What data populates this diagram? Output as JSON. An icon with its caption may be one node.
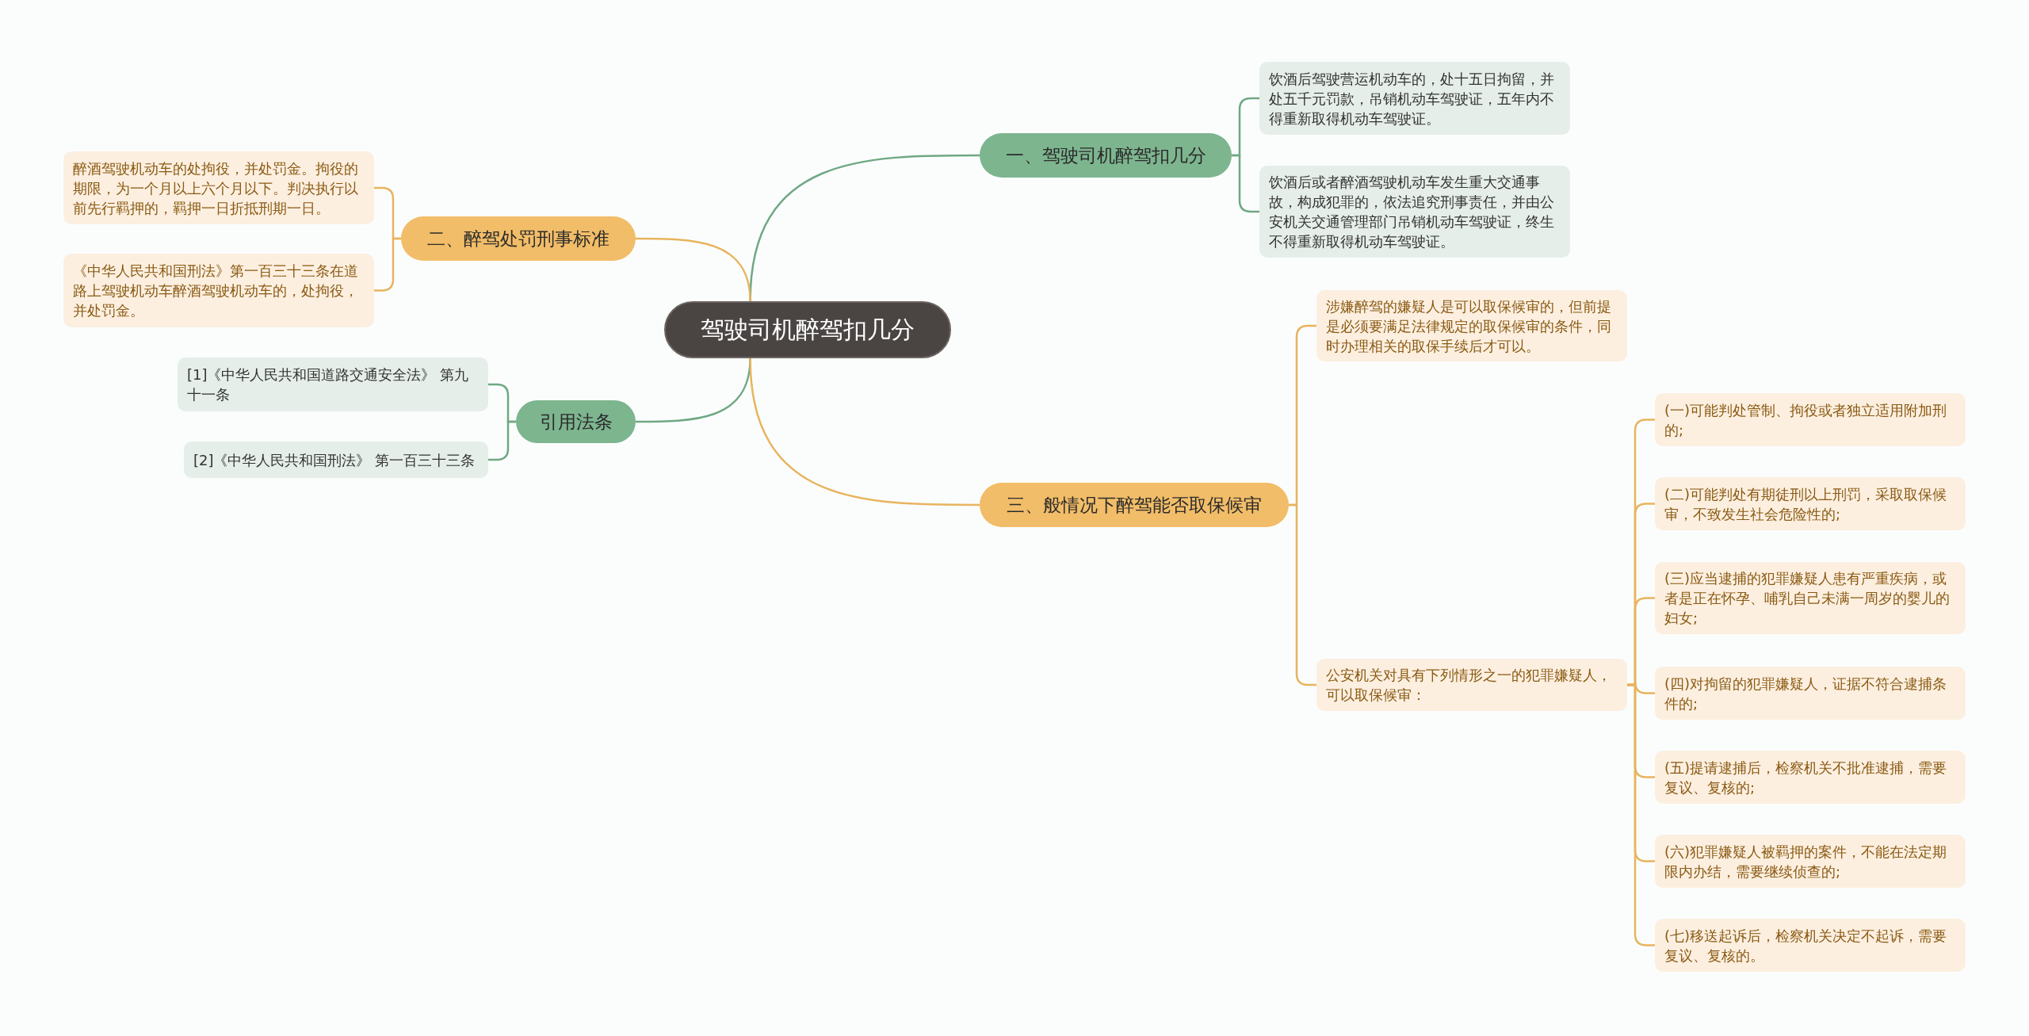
{
  "diagram": {
    "nodes": [
      {
        "text": [
          "驾驶司机醉驾扣几分"
        ]
      },
      {
        "text": [
          "一、驾驶司机醉驾扣几分"
        ]
      },
      {
        "text": [
          "饮酒后驾驶营运机动车的，处十五日拘留，并处五千元罚款，吊销机动车驾驶证，五年内不得重新取得机动车驾驶证。"
        ]
      },
      {
        "text": [
          "饮酒后或者醉酒驾驶机动车发生重大交通事故，构成犯罪的，依法追究刑事责任，并由公安机关交通管理部门吊销机动车驾驶证，终生不得重新取得机动车驾驶证。"
        ]
      },
      {
        "text": [
          "二、醉驾处罚刑事标准"
        ]
      },
      {
        "text": [
          "醉酒驾驶机动车的处拘役，并处罚金。拘役的期限，为一个月以上六个月以下。判决执行以前先行羁押的，羁押一日折抵刑期一日。"
        ]
      },
      {
        "text": [
          "《中华人民共和国刑法》第一百三十三条在道路上驾驶机动车醉酒驾驶机动车的，处拘役，并处罚金。"
        ]
      },
      {
        "text": [
          "引用法条"
        ]
      },
      {
        "text": [
          "[1]《中华人民共和国道路交通安全法》 第九十一条"
        ]
      },
      {
        "text": [
          "[2]《中华人民共和国刑法》 第一百三十三条"
        ]
      },
      {
        "text": [
          "三、般情况下醉驾能否取保候审"
        ]
      },
      {
        "text": [
          "涉嫌醉驾的嫌疑人是可以取保候审的，但前提是必须要满足法律规定的取保候审的条件，同时办理相关的取保手续后才可以。"
        ]
      },
      {
        "text": [
          "公安机关对具有下列情形之一的犯罪嫌疑人，可以取保候审："
        ]
      },
      {
        "text": [
          "(一)可能判处管制、拘役或者独立适用附加刑的;"
        ]
      },
      {
        "text": [
          "(二)可能判处有期徒刑以上刑罚，采取取保候审，不致发生社会危险性的;"
        ]
      },
      {
        "text": [
          "(三)应当逮捕的犯罪嫌疑人患有严重疾病，或者是正在怀孕、哺乳自己未满一周岁的婴儿的妇女;"
        ]
      },
      {
        "text": [
          "(四)对拘留的犯罪嫌疑人，证据不符合逮捕条件的;"
        ]
      },
      {
        "text": [
          "(五)提请逮捕后，检察机关不批准逮捕，需要复议、复核的;"
        ]
      },
      {
        "text": [
          "(六)犯罪嫌疑人被羁押的案件，不能在法定期限内办结，需要继续侦查的;"
        ]
      },
      {
        "text": [
          "(七)移送起诉后，检察机关决定不起诉，需要复议、复核的。"
        ]
      }
    ],
    "edges": [
      {
        "from": 0,
        "to": 1,
        "arrow": "none",
        "color": "#6fa883"
      },
      {
        "from": 1,
        "to": 2,
        "arrow": "none",
        "color": "#6fa883"
      },
      {
        "from": 1,
        "to": 3,
        "arrow": "none",
        "color": "#6fa883"
      },
      {
        "from": 0,
        "to": 4,
        "arrow": "none",
        "color": "#e8b45e"
      },
      {
        "from": 4,
        "to": 5,
        "arrow": "none",
        "color": "#e8b45e"
      },
      {
        "from": 4,
        "to": 6,
        "arrow": "none",
        "color": "#e8b45e"
      },
      {
        "from": 0,
        "to": 7,
        "arrow": "none",
        "color": "#6fa883"
      },
      {
        "from": 7,
        "to": 8,
        "arrow": "none",
        "color": "#6fa883"
      },
      {
        "from": 7,
        "to": 9,
        "arrow": "none",
        "color": "#6fa883"
      },
      {
        "from": 0,
        "to": 10,
        "arrow": "none",
        "color": "#e8b45e"
      },
      {
        "from": 10,
        "to": 11,
        "arrow": "none",
        "color": "#e8b45e"
      },
      {
        "from": 10,
        "to": 12,
        "arrow": "none",
        "color": "#e8b45e"
      },
      {
        "from": 12,
        "to": 13,
        "arrow": "none",
        "color": "#e8b45e"
      },
      {
        "from": 12,
        "to": 14,
        "arrow": "none",
        "color": "#e8b45e"
      },
      {
        "from": 12,
        "to": 15,
        "arrow": "none",
        "color": "#e8b45e"
      },
      {
        "from": 12,
        "to": 16,
        "arrow": "none",
        "color": "#e8b45e"
      },
      {
        "from": 12,
        "to": 17,
        "arrow": "none",
        "color": "#e8b45e"
      },
      {
        "from": 12,
        "to": 18,
        "arrow": "none",
        "color": "#e8b45e"
      },
      {
        "from": 12,
        "to": 19,
        "arrow": "none",
        "color": "#e8b45e"
      }
    ]
  }
}
